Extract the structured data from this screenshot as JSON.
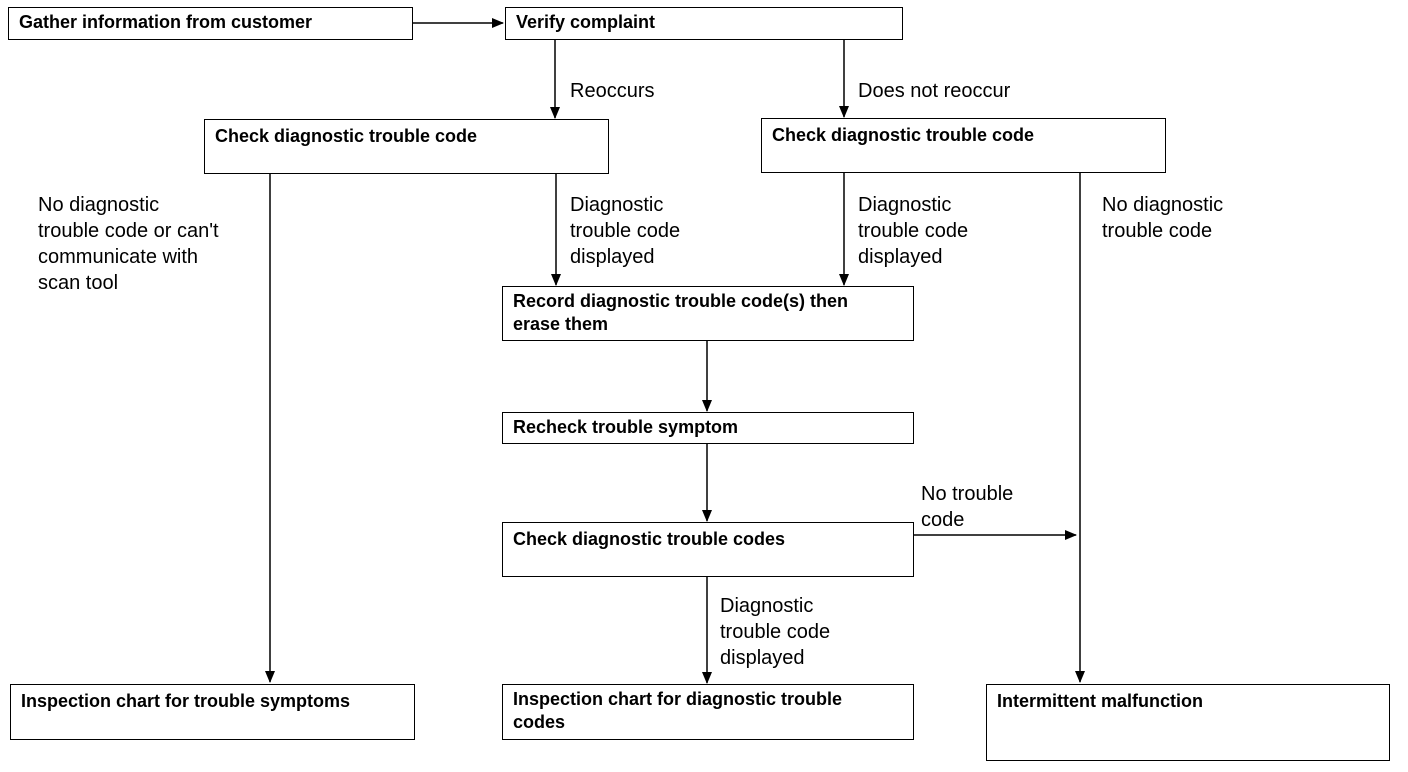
{
  "nodes": {
    "gather": "Gather information from customer",
    "verify": "Verify complaint",
    "check_left": "Check diagnostic trouble code",
    "check_right": "Check diagnostic trouble code",
    "record": "Record diagnostic trouble code(s) then\nerase them",
    "recheck": "Recheck trouble symptom",
    "check_codes": "Check diagnostic trouble codes",
    "symptoms_chart": "Inspection chart for trouble symptoms",
    "dtc_chart": "Inspection chart for diagnostic trouble\ncodes",
    "intermittent": "Intermittent malfunction"
  },
  "labels": {
    "reoccurs": "Reoccurs",
    "not_reoccur": "Does not reoccur",
    "no_dtc_left": "No diagnostic\ntrouble code or can't\ncommunicate with\nscan tool",
    "dtc_displayed_1": "Diagnostic\ntrouble code\ndisplayed",
    "dtc_displayed_2": "Diagnostic\ntrouble code\ndisplayed",
    "no_dtc_right": "No diagnostic\ntrouble code",
    "no_trouble_code": "No trouble\ncode",
    "dtc_displayed_3": "Diagnostic\ntrouble code\ndisplayed"
  }
}
